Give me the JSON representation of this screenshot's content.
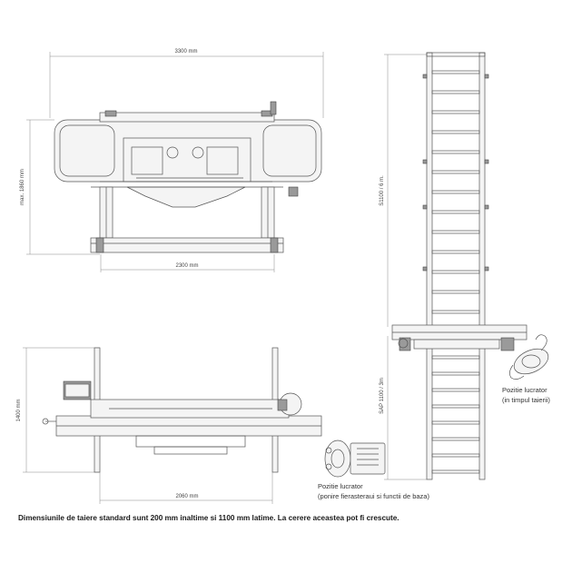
{
  "dimensions": {
    "top_width": "3300 mm",
    "height_max": "max. 1860 mm",
    "base_width": "2300 mm",
    "plan_depth": "1400 mm",
    "plan_width": "2060 mm",
    "rail_total": "S1100 / 6 m.",
    "rail_sap": "SAP 1100 / 3m"
  },
  "labels": {
    "operator_cutting_line1": "Pozitie lucrator",
    "operator_cutting_line2": "(in timpul taierii)",
    "operator_start_line1": "Pozitie lucrator",
    "operator_start_line2": "(ponire fierasteraui si functii de baza)"
  },
  "caption": "Dimensiunile de taiere standard sunt 200 mm inaltime si 1100 mm latime. La cerere aceastea pot fi crescute."
}
